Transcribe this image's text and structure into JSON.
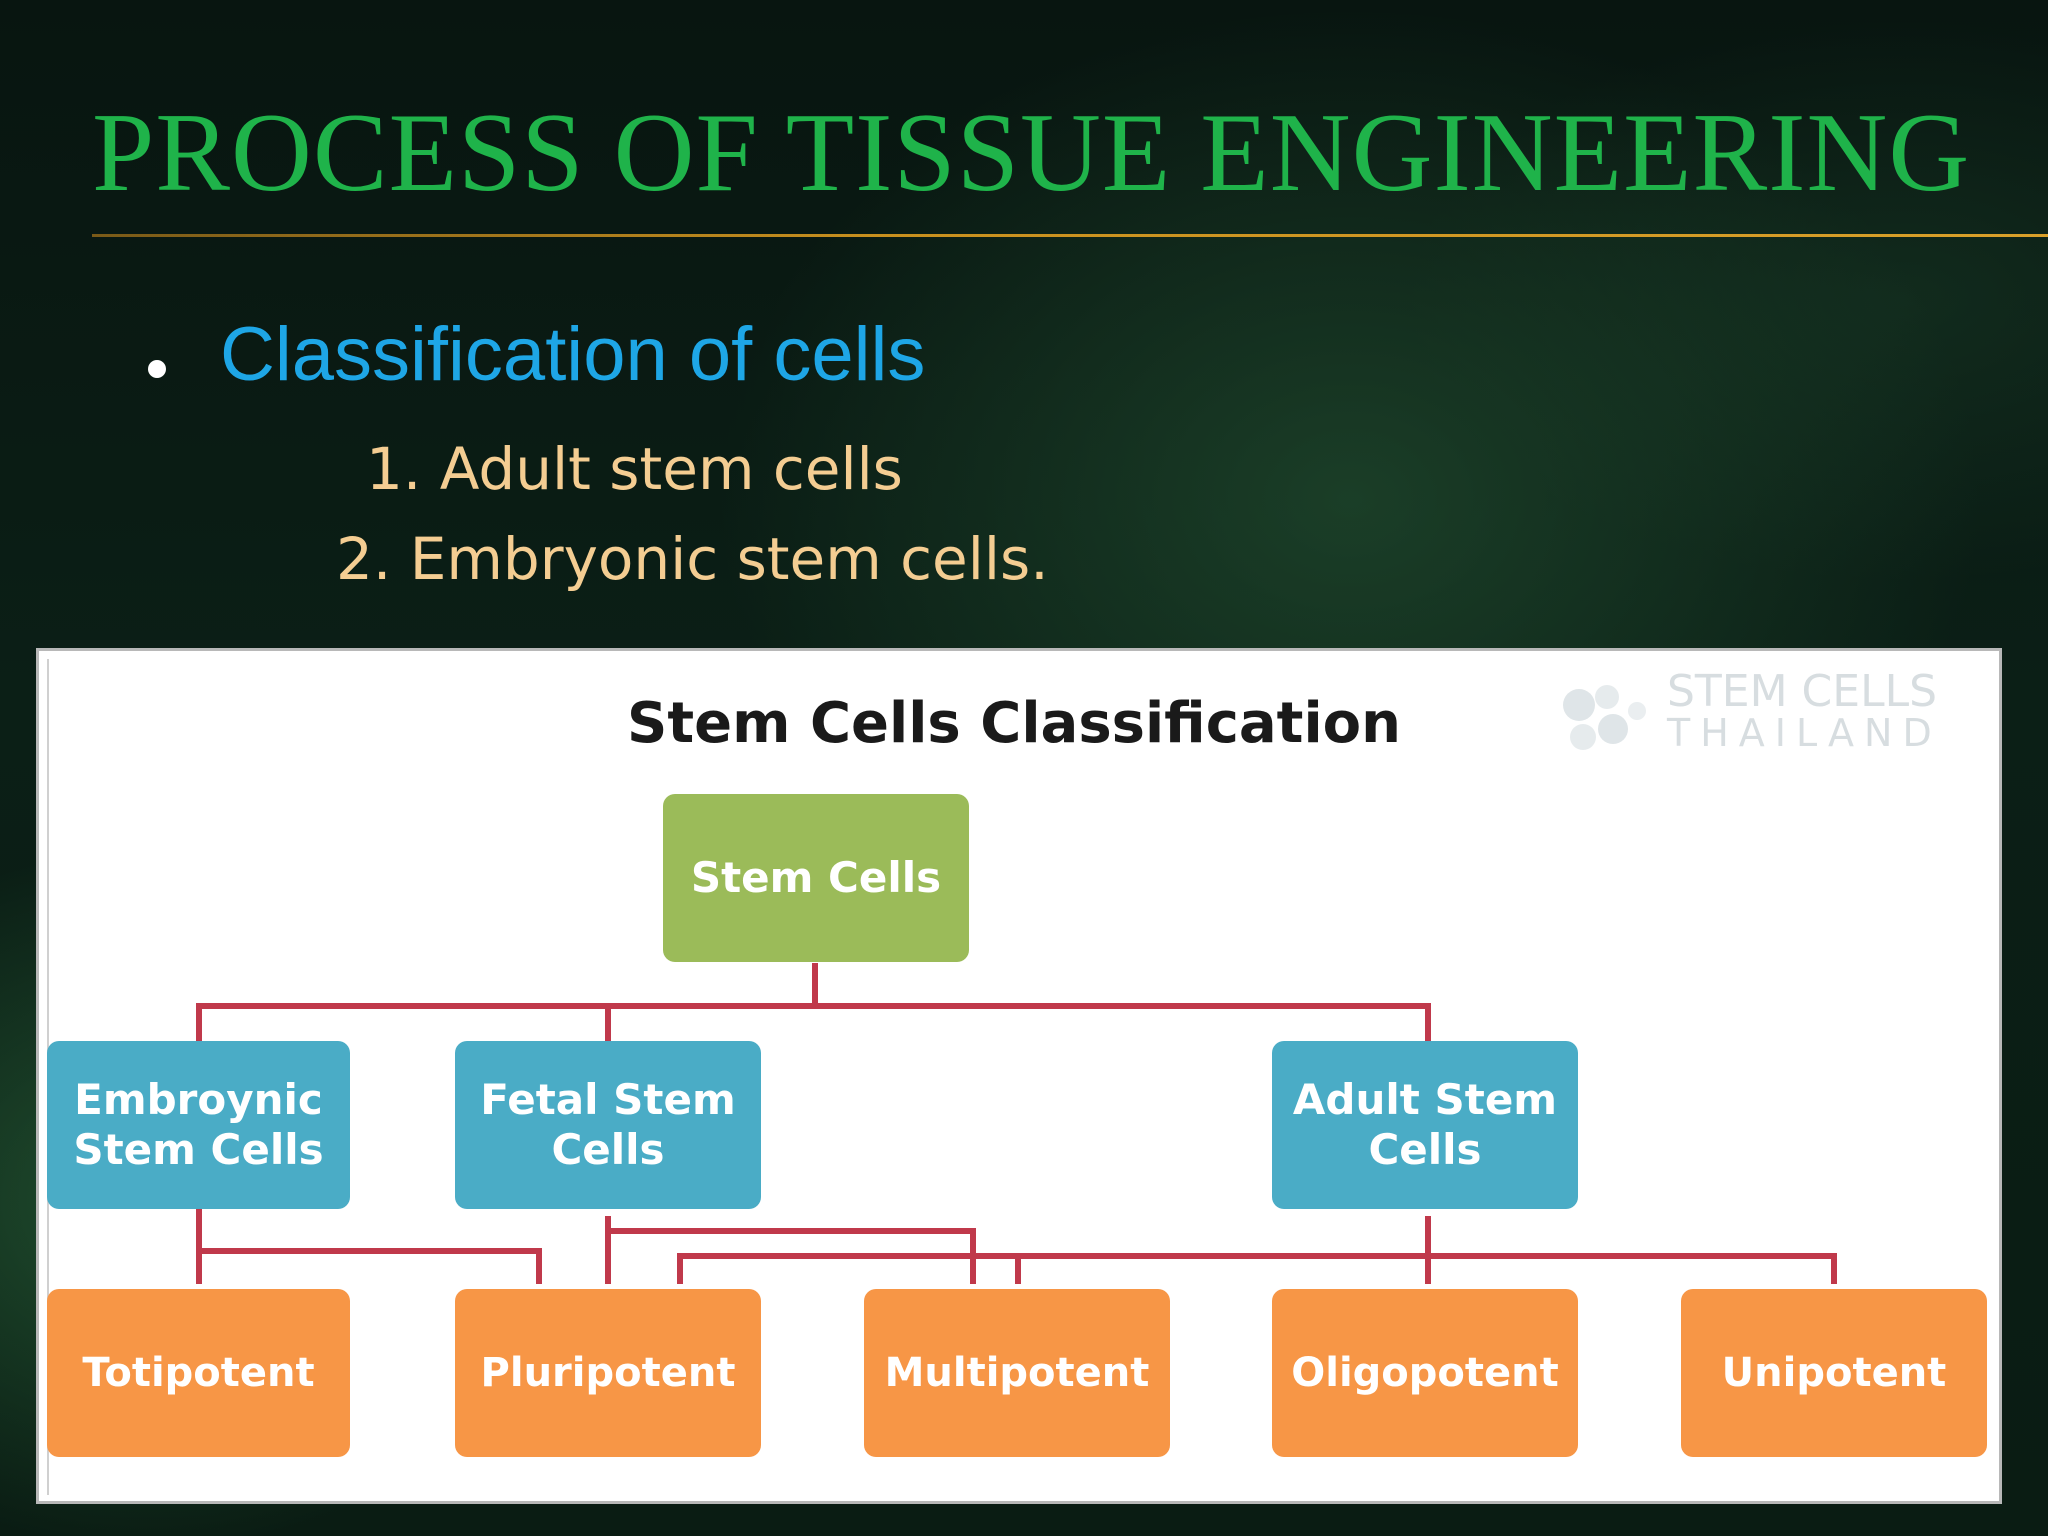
{
  "slide": {
    "title": "PROCESS OF TISSUE ENGINEERING",
    "bullet": "Classification of cells",
    "items": [
      "1. Adult stem cells",
      "2. Embryonic stem cells."
    ]
  },
  "diagram": {
    "title": "Stem Cells Classification",
    "logo": {
      "line1": "STEM CELLS",
      "line2": "THAILAND"
    },
    "root": "Stem Cells",
    "sources": [
      "Embroynic Stem Cells",
      "Fetal Stem Cells",
      "Adult Stem Cells"
    ],
    "potencies": [
      "Totipotent",
      "Pluripotent",
      "Multipotent",
      "Oligopotent",
      "Unipotent"
    ],
    "edges": [
      [
        "Stem Cells",
        "Embroynic Stem Cells"
      ],
      [
        "Stem Cells",
        "Fetal Stem Cells"
      ],
      [
        "Stem Cells",
        "Adult Stem Cells"
      ],
      [
        "Embroynic Stem Cells",
        "Totipotent"
      ],
      [
        "Embroynic Stem Cells",
        "Pluripotent"
      ],
      [
        "Fetal Stem Cells",
        "Pluripotent"
      ],
      [
        "Fetal Stem Cells",
        "Multipotent"
      ],
      [
        "Adult Stem Cells",
        "Pluripotent"
      ],
      [
        "Adult Stem Cells",
        "Multipotent"
      ],
      [
        "Adult Stem Cells",
        "Oligopotent"
      ],
      [
        "Adult Stem Cells",
        "Unipotent"
      ]
    ],
    "colors": {
      "root": "#9bbb59",
      "source": "#4aacc6",
      "potency": "#f79646",
      "connector": "#c0394b"
    }
  }
}
